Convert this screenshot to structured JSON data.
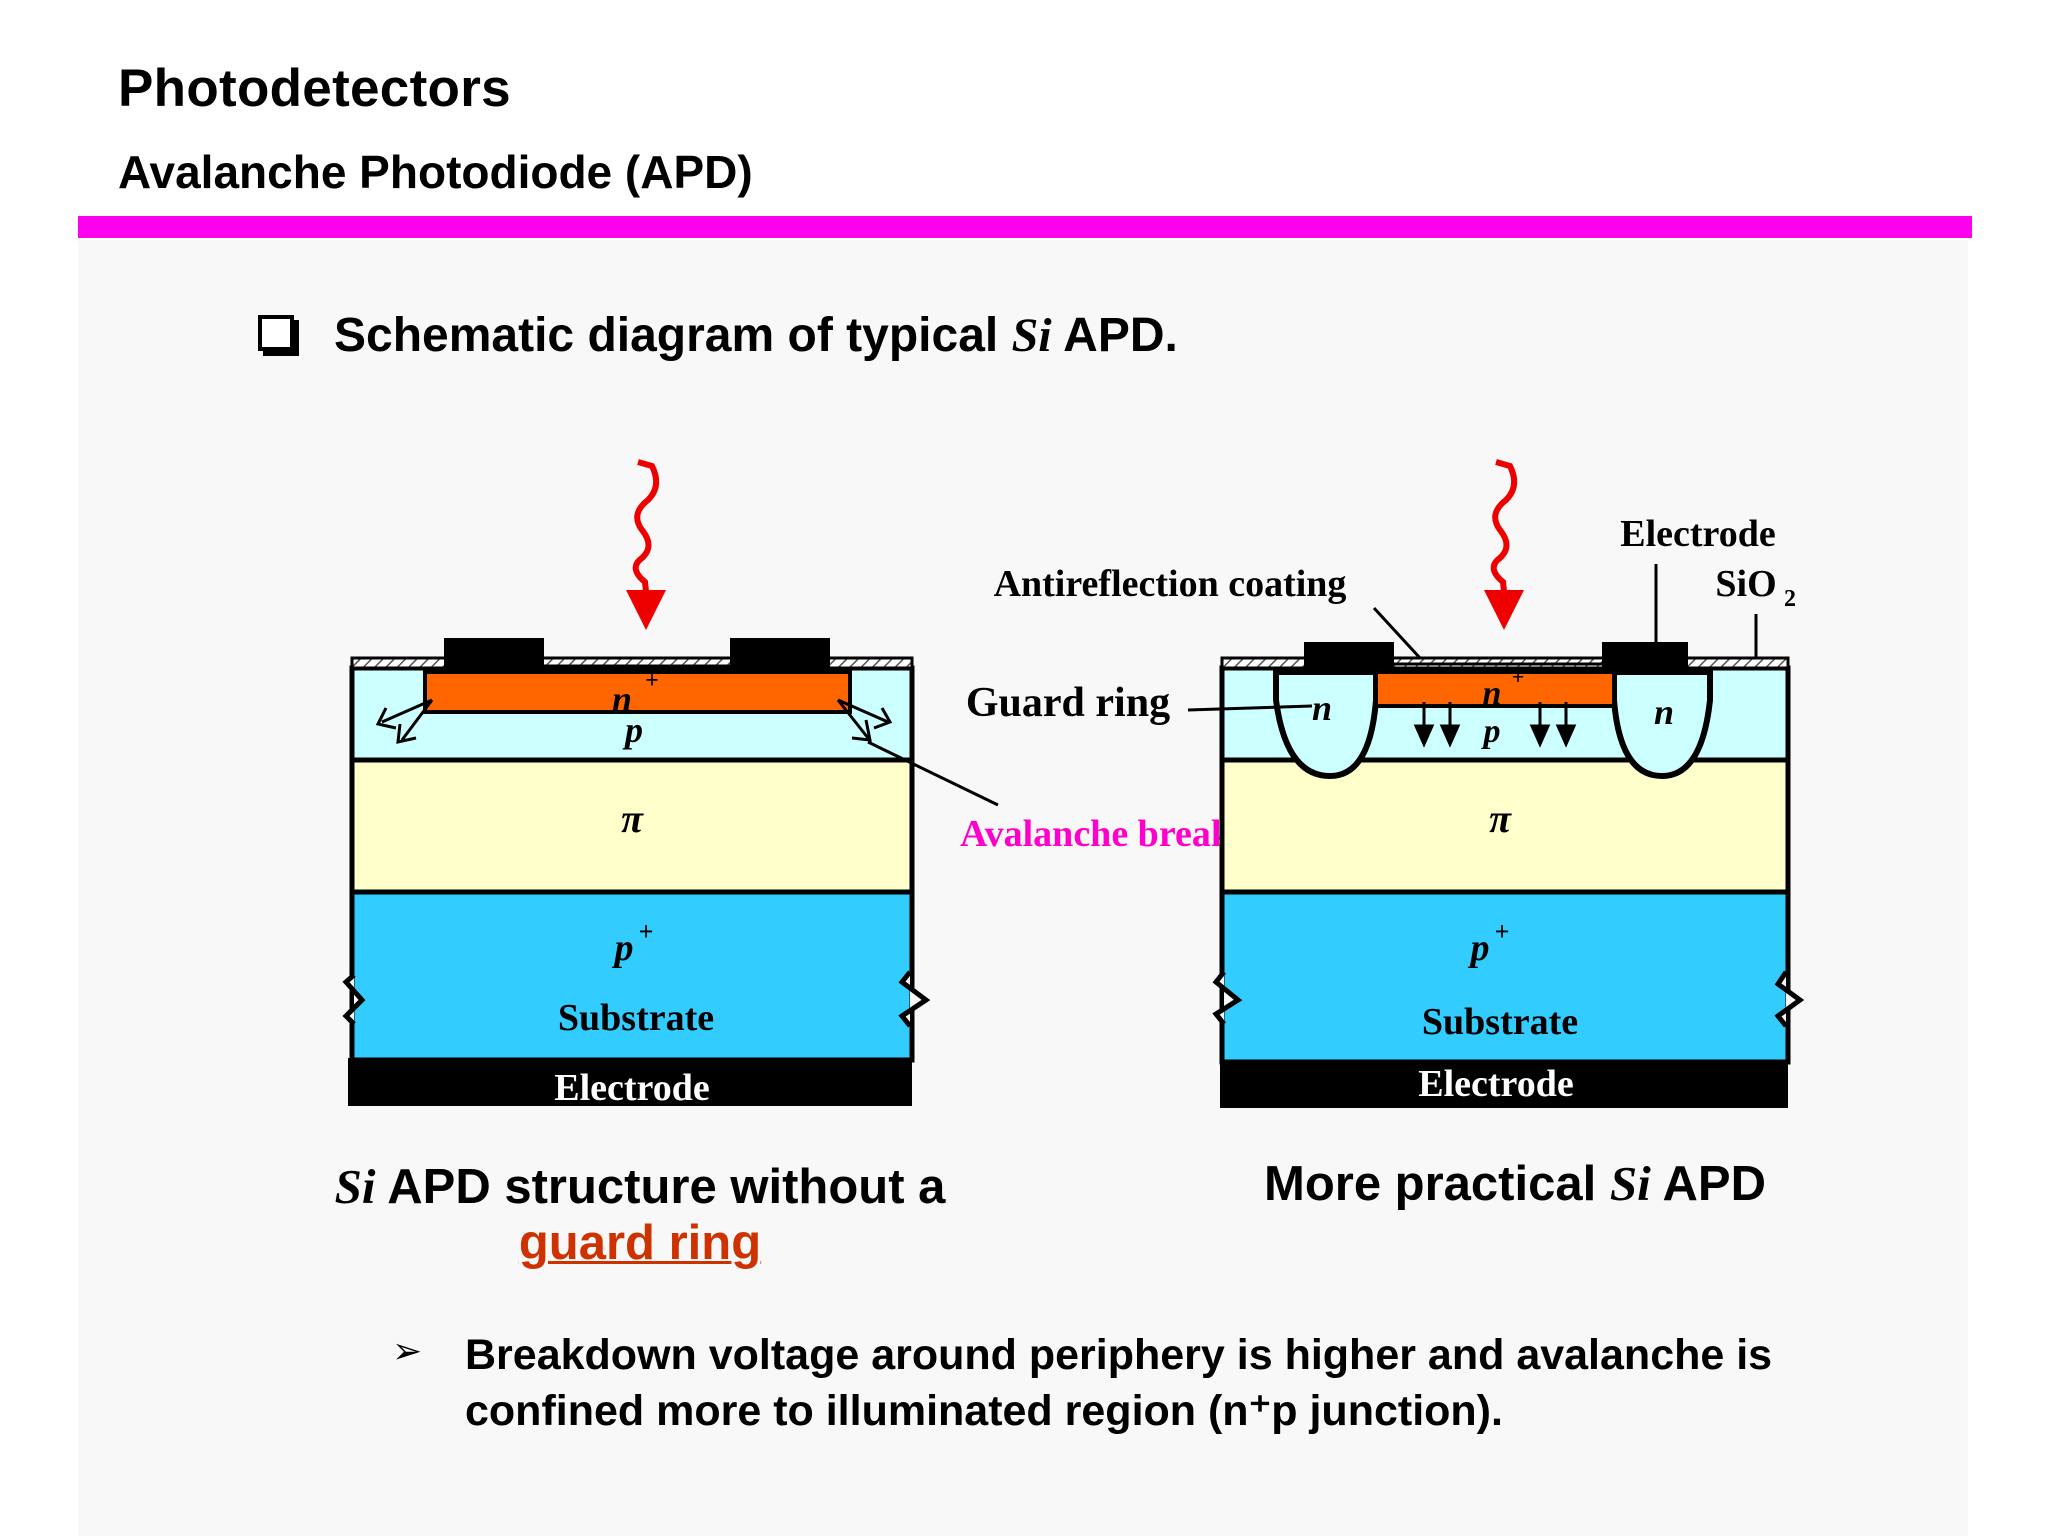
{
  "header": {
    "title": "Photodetectors",
    "subtitle": "Avalanche Photodiode (APD)"
  },
  "heading": {
    "prefix": "Schematic diagram of typical ",
    "italic": "Si",
    "suffix": " APD."
  },
  "left_diagram": {
    "n_plus": "n",
    "n_plus_sup": "+",
    "p": "p",
    "pi": "π",
    "p_plus": "p",
    "p_plus_sup": "+",
    "substrate": "Substrate",
    "electrode": "Electrode"
  },
  "right_diagram": {
    "antireflection": "Antireflection coating",
    "electrode_top": "Electrode",
    "sio2": "SiO",
    "sio2_sub": "2",
    "guard_ring": "Guard ring",
    "n_left": "n",
    "n_right": "n",
    "n_plus": "n",
    "n_plus_sup": "+",
    "p": "p",
    "pi": "π",
    "p_plus": "p",
    "p_plus_sup": "+",
    "substrate": "Substrate",
    "electrode": "Electrode"
  },
  "avalanche_label": "Avalanche breakdown",
  "captions": {
    "left_italic": "Si",
    "left_text": " APD structure without a",
    "left_link": "guard ring",
    "right_prefix": "More practical ",
    "right_italic": "Si",
    "right_suffix": " APD"
  },
  "bullet": {
    "marker": "➢",
    "text": "Breakdown voltage around periphery is higher and avalanche is confined more to illuminated region (n⁺p junction)."
  },
  "colors": {
    "accent_rule": "#ff00ee",
    "n_plus_layer": "#ff6600",
    "p_layer": "#ccffff",
    "pi_layer": "#ffffcc",
    "substrate": "#33ccff",
    "arrow": "#ee0000",
    "avalanche_label": "#ff00cc"
  }
}
